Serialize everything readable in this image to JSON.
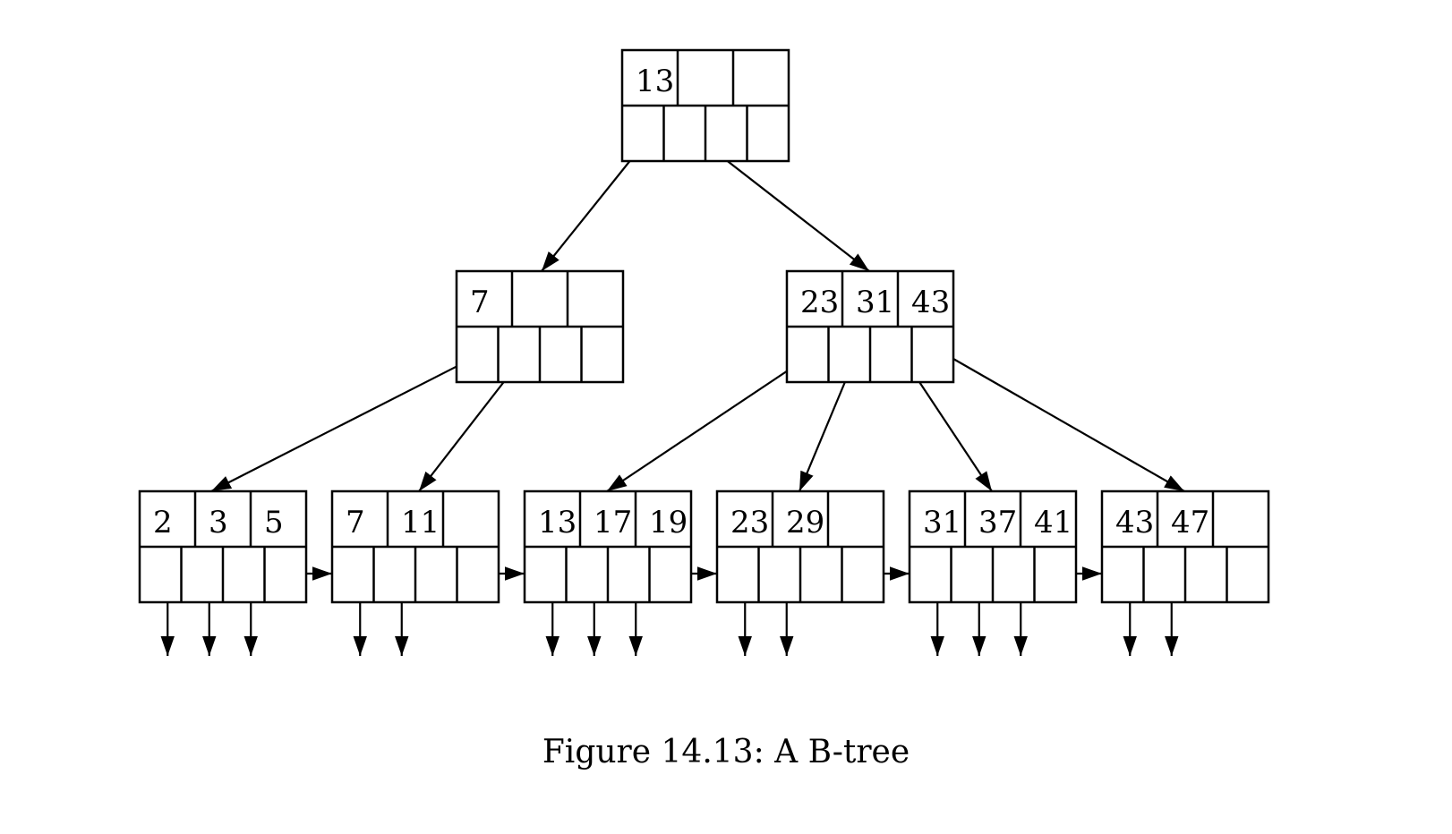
{
  "caption": {
    "label": "Figure 14.13:",
    "text": "A B-tree"
  },
  "tree": {
    "root": {
      "keys": [
        "13",
        "",
        ""
      ]
    },
    "interior": [
      {
        "keys": [
          "7",
          "",
          ""
        ]
      },
      {
        "keys": [
          "23",
          "31",
          "43"
        ]
      }
    ],
    "leaves": [
      {
        "keys": [
          "2",
          "3",
          "5"
        ],
        "data_pointers": 3
      },
      {
        "keys": [
          "7",
          "11",
          ""
        ],
        "data_pointers": 2
      },
      {
        "keys": [
          "13",
          "17",
          "19"
        ],
        "data_pointers": 3
      },
      {
        "keys": [
          "23",
          "29",
          ""
        ],
        "data_pointers": 2
      },
      {
        "keys": [
          "31",
          "37",
          "41"
        ],
        "data_pointers": 3
      },
      {
        "keys": [
          "43",
          "47",
          ""
        ],
        "data_pointers": 2
      }
    ]
  }
}
